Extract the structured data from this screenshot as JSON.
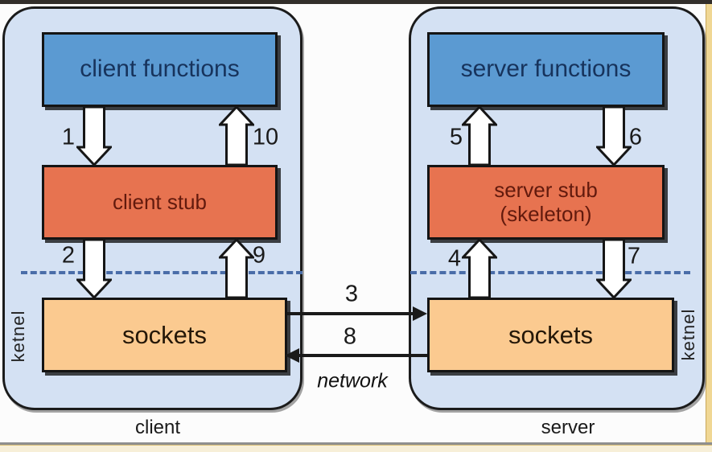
{
  "colors": {
    "functions_fill": "#5b9ad2",
    "stub_fill": "#e77350",
    "sockets_fill": "#fbca90",
    "panel_fill": "#d4e1f3",
    "panel_border": "#1b1b1b",
    "dashed_boundary": "#4a6da8",
    "functions_text": "#17335c",
    "stub_text": "#621a0d",
    "block_arrow_fill": "#ffffff",
    "slide_edge_yellow": "#f0d794",
    "slide_edge_dark": "#322e2a"
  },
  "panels": [
    {
      "caption": "client",
      "kernel_label": "ketnel",
      "boxes": [
        {
          "label": "client functions"
        },
        {
          "label": "client stub"
        },
        {
          "label": "sockets"
        }
      ],
      "steps": {
        "functions_to_stub": "1",
        "stub_to_functions": "10",
        "stub_to_sockets": "2",
        "sockets_to_stub": "9"
      }
    },
    {
      "caption": "server",
      "kernel_label": "ketnel",
      "boxes": [
        {
          "label": "server functions"
        },
        {
          "label": "server stub",
          "sublabel": "(skeleton)"
        },
        {
          "label": "sockets"
        }
      ],
      "steps": {
        "stub_to_functions": "5",
        "functions_to_stub": "6",
        "sockets_to_stub": "4",
        "stub_to_sockets": "7"
      }
    }
  ],
  "network": {
    "label": "network",
    "client_to_server": "3",
    "server_to_client": "8"
  }
}
